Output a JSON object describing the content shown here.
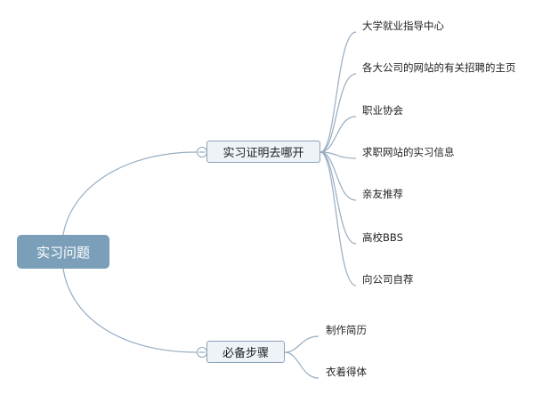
{
  "mindmap": {
    "root": {
      "label": "实习问题"
    },
    "branches": [
      {
        "label": "实习证明去哪开",
        "children": [
          "大学就业指导中心",
          "各大公司的网站的有关招聘的主页",
          "职业协会",
          "求职网站的实习信息",
          "亲友推荐",
          "高校BBS",
          "向公司自荐"
        ]
      },
      {
        "label": "必备步骤",
        "children": [
          "制作简历",
          "衣着得体"
        ]
      }
    ]
  },
  "colors": {
    "root_fill": "#7b9fb9",
    "branch_fill": "#eef3f8",
    "branch_border": "#8aa2b8",
    "connector": "#97adc2"
  }
}
